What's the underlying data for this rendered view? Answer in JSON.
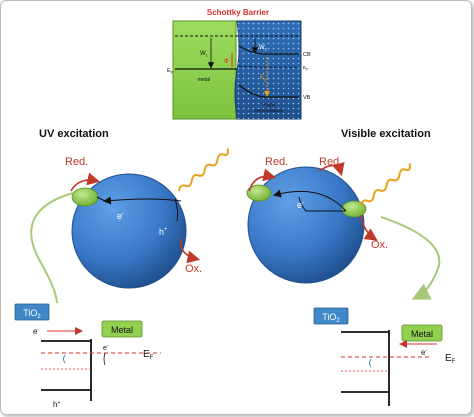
{
  "schottky": {
    "title": "Schottky Barrier",
    "phi_b": "W",
    "phi_b_sub": "1",
    "phi_c": "W",
    "phi_c_sub": "2",
    "ef_label": "E",
    "ef_sub": "F",
    "ef_right": "E",
    "ef_right_sub": "F",
    "cb": "CB",
    "vb": "VB",
    "eg": "E",
    "eg_sub": "g",
    "metal": "metal",
    "semiconductor_line1": "n-type",
    "semiconductor_line2": "semiconductor",
    "barrier_mark": "Φ"
  },
  "uv": {
    "title": "UV excitation",
    "red": "Red.",
    "ox": "Ox.",
    "electron": "e",
    "electron_sup": "-",
    "hole": "h",
    "hole_sup": "+"
  },
  "visible": {
    "title": "Visible excitation",
    "red": "Red.",
    "ox": "Ox.",
    "electron": "e",
    "electron_sup": "-"
  },
  "left_band": {
    "tio2": "TiO",
    "tio2_sub": "2",
    "metal": "Metal",
    "e_arrow": "e",
    "e_arrow_sup": "-",
    "e_small": "e",
    "e_small_sup": "-",
    "ef": "E",
    "ef_sub": "F",
    "hole": "h",
    "hole_sup": "+"
  },
  "right_band": {
    "tio2": "TiO",
    "tio2_sub": "2",
    "metal": "Metal",
    "e_arrow": "e",
    "e_arrow_sup": "-",
    "ef": "E",
    "ef_sub": "F"
  },
  "colors": {
    "metal_green": "#8ed04e",
    "sphere_blue": "#3a78c8",
    "sphere_dark": "#1f4f8c",
    "label_bg": "#3f87c6",
    "metal_label_bg": "#92d050",
    "red_dash": "#d9302c",
    "arrow_red": "#c0392b",
    "photon_orange": "#e8a11c"
  }
}
